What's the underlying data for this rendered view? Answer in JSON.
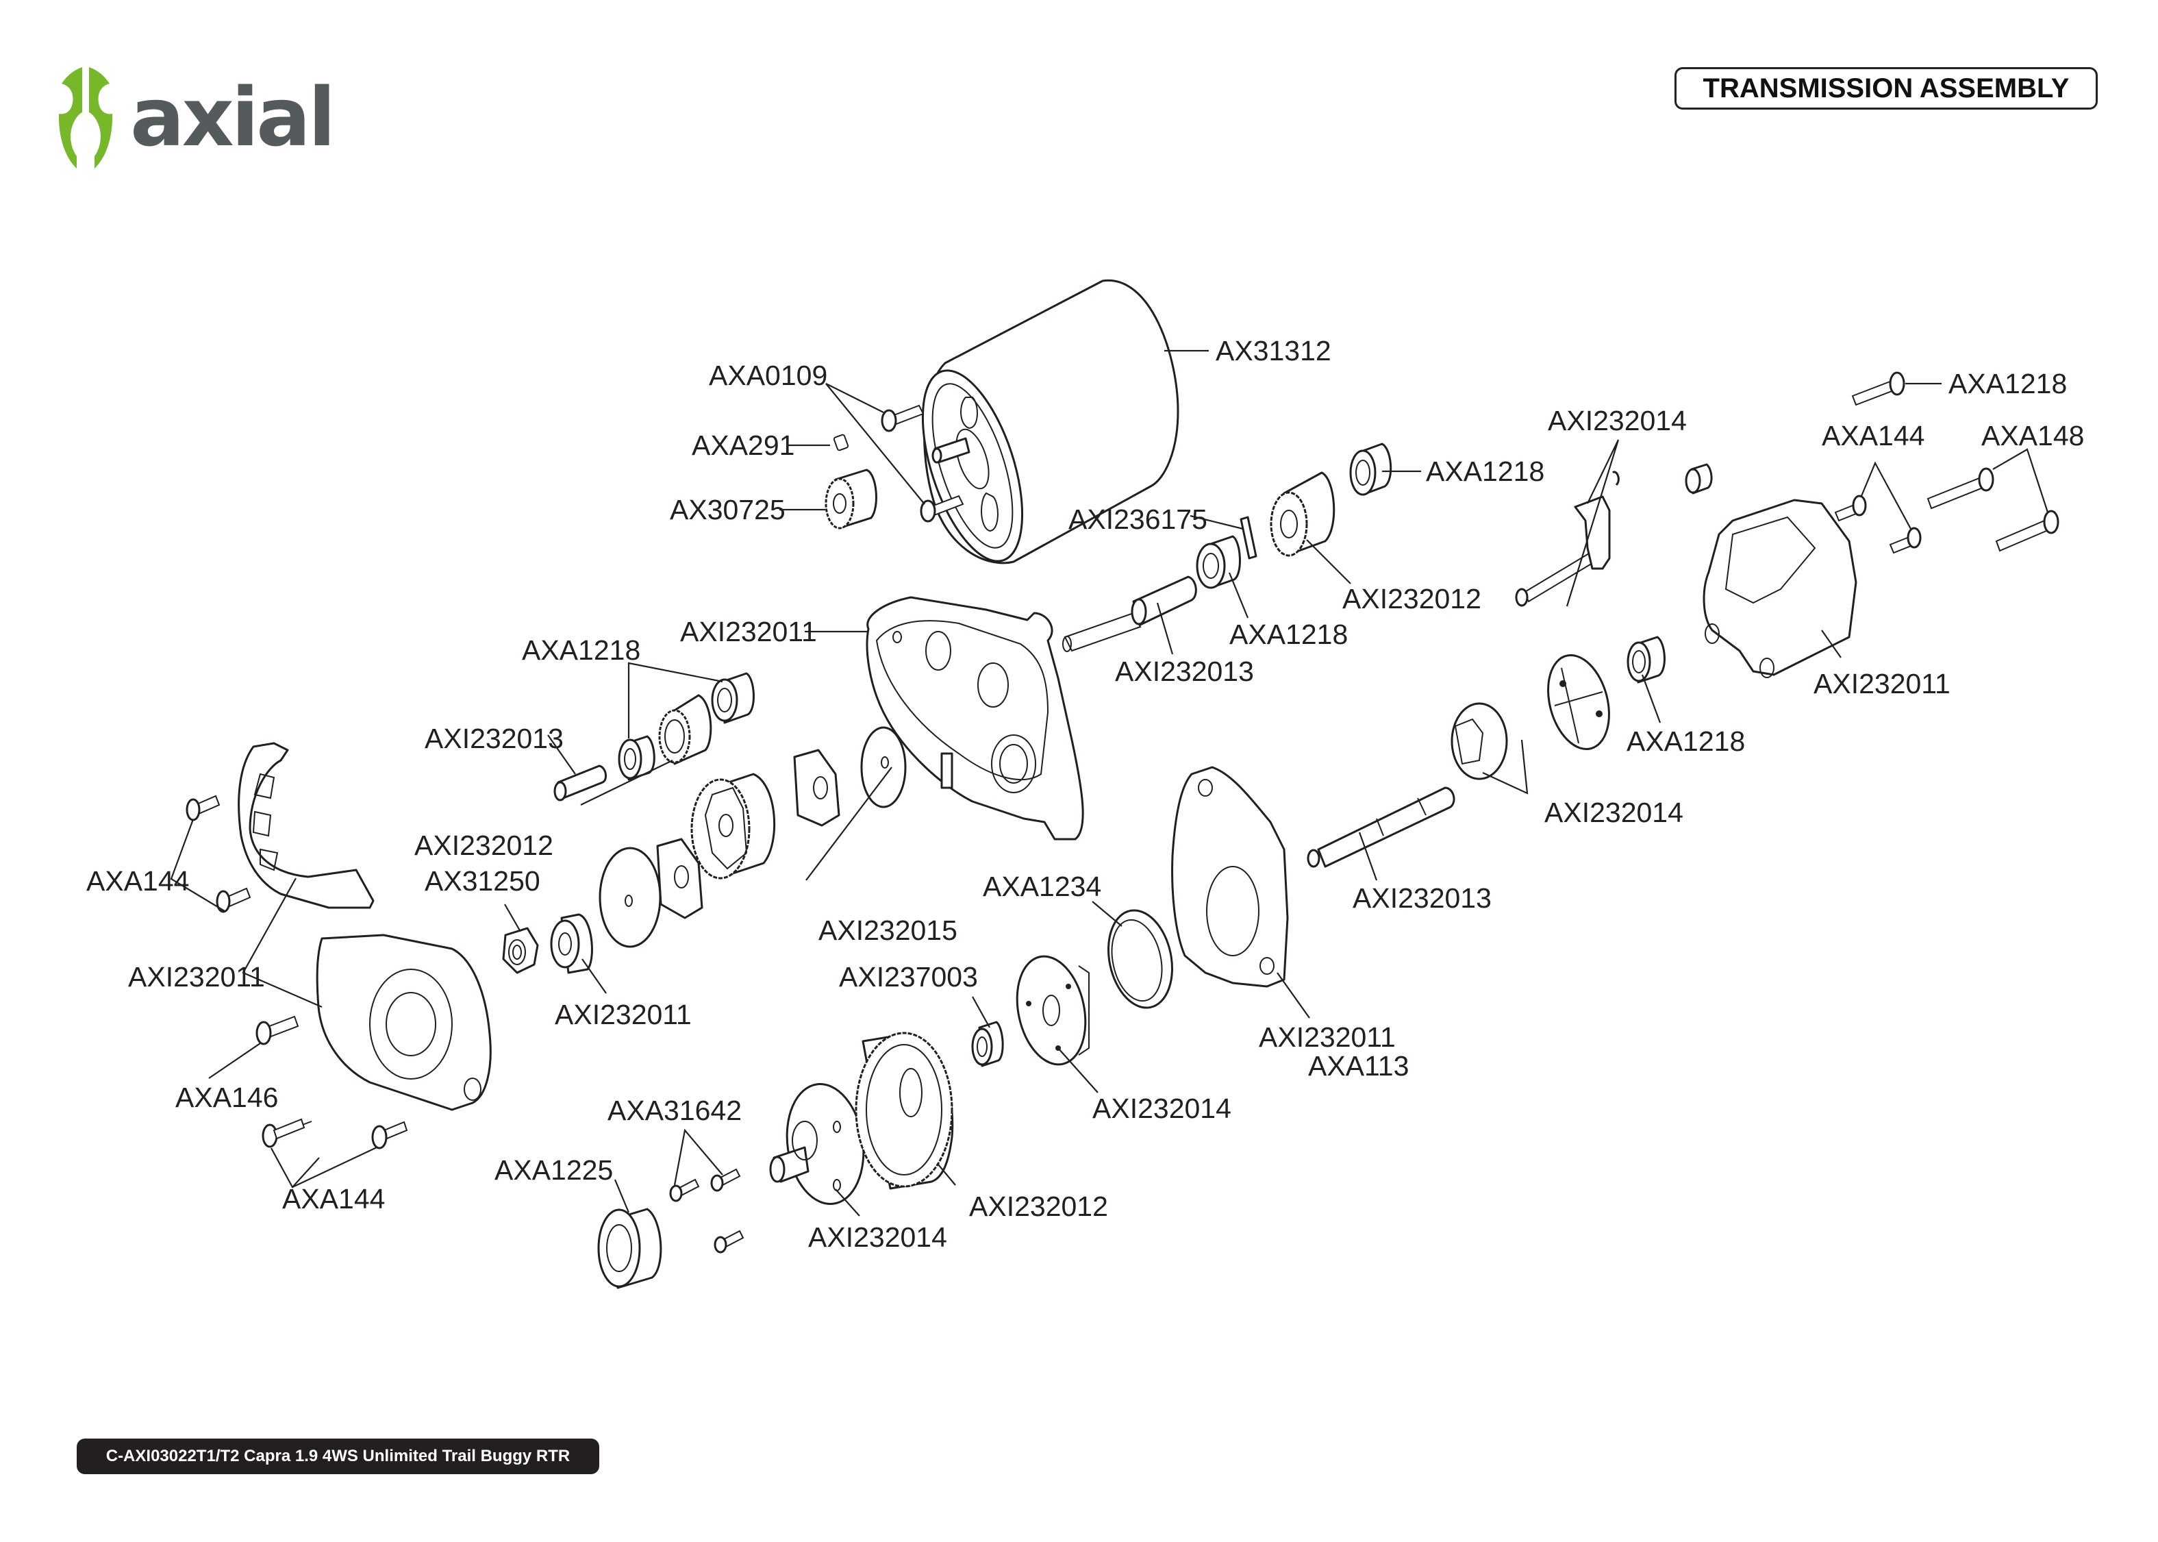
{
  "brand": {
    "name": "axial",
    "accent_color": "#76b82a",
    "text_color": "#555a5c"
  },
  "header": {
    "section_title": "TRANSMISSION ASSEMBLY"
  },
  "footer": {
    "product_label": "C-AXI03022T1/T2 Capra 1.9 4WS Unlimited Trail Buggy RTR"
  },
  "parts": [
    {
      "id": "motor",
      "label": "AX31312"
    },
    {
      "id": "motor-screws",
      "label": "AXA0109"
    },
    {
      "id": "set-screw",
      "label": "AXA291"
    },
    {
      "id": "pinion",
      "label": "AX30725"
    },
    {
      "id": "pin",
      "label": "AXI236175"
    },
    {
      "id": "top-bearing",
      "label": "AXA1218"
    },
    {
      "id": "top-gear",
      "label": "AXI232012"
    },
    {
      "id": "mid-bearing",
      "label": "AXA1218"
    },
    {
      "id": "top-shaft",
      "label": "AXI232013"
    },
    {
      "id": "main-case",
      "label": "AXI232011"
    },
    {
      "id": "left-bearings",
      "label": "AXA1218"
    },
    {
      "id": "idler-shaft",
      "label": "AXI232013"
    },
    {
      "id": "left-gears",
      "label": "AXI232012"
    },
    {
      "id": "nut",
      "label": "AX31250"
    },
    {
      "id": "spacer",
      "label": "AXI232011"
    },
    {
      "id": "slipper-plates",
      "label": "AXI232015"
    },
    {
      "id": "guard-screws-top",
      "label": "AXA144"
    },
    {
      "id": "guard-and-cover",
      "label": "AXI232011"
    },
    {
      "id": "cover-screw",
      "label": "AXA146"
    },
    {
      "id": "cover-screws-bottom",
      "label": "AXA144"
    },
    {
      "id": "seal",
      "label": "AXA1234"
    },
    {
      "id": "small-bearing",
      "label": "AXI237003"
    },
    {
      "id": "diff-plate",
      "label": "AXI232014"
    },
    {
      "id": "side-case",
      "label": "AXI232011"
    },
    {
      "id": "side-case-extra",
      "label": "AXA113"
    },
    {
      "id": "output-screws",
      "label": "AXA31642"
    },
    {
      "id": "big-bearing",
      "label": "AXA1225"
    },
    {
      "id": "output-hub",
      "label": "AXI232014"
    },
    {
      "id": "spur-gear",
      "label": "AXI232012"
    },
    {
      "id": "output-shaft",
      "label": "AXI232013"
    },
    {
      "id": "dig-clutch",
      "label": "AXI232014"
    },
    {
      "id": "right-bearing",
      "label": "AXA1218"
    },
    {
      "id": "shift-parts",
      "label": "AXI232014"
    },
    {
      "id": "rear-screw-top",
      "label": "AXA1218"
    },
    {
      "id": "rear-screws-short",
      "label": "AXA144"
    },
    {
      "id": "rear-screws-long",
      "label": "AXA148"
    },
    {
      "id": "rear-case",
      "label": "AXI232011"
    }
  ]
}
